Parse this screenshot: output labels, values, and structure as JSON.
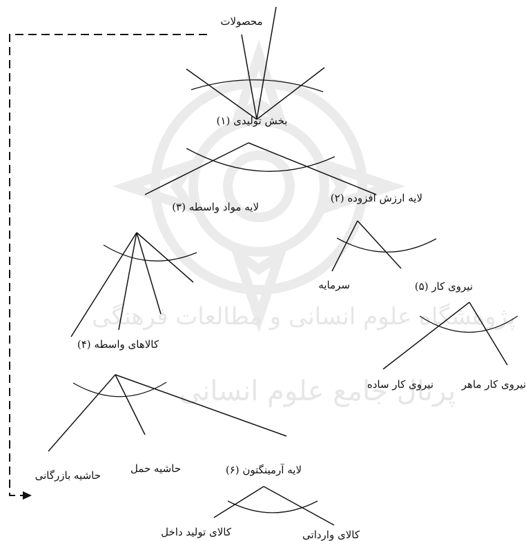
{
  "labels": {
    "products": "محصولات",
    "production_sector": "بخش تولیدی (۱)",
    "value_added_layer": "لایه ارزش افزوده (۲)",
    "intermediate_materials_layer": "لایه مواد واسطه (۳)",
    "intermediate_goods": "کالاهای واسطه (۴)",
    "labor": "نیروی کار (۵)",
    "capital": "سرمایه",
    "armington_layer": "لایه آرمینگتون (۶)",
    "skilled_labor": "نیروی کار ماهر",
    "simple_labor": "نیروی کار ساده",
    "trade_margin": "حاشیه بازرگانی",
    "transport_margin": "حاشیه حمل",
    "domestic_goods": "کالای تولید داخل",
    "imported_goods": "کالای وارداتی"
  },
  "watermark": {
    "text_top": "پژوهشگاه علوم انسانی و مطالعات فرهنگی",
    "text_bottom": "پرتال جامع علوم انسانی"
  }
}
